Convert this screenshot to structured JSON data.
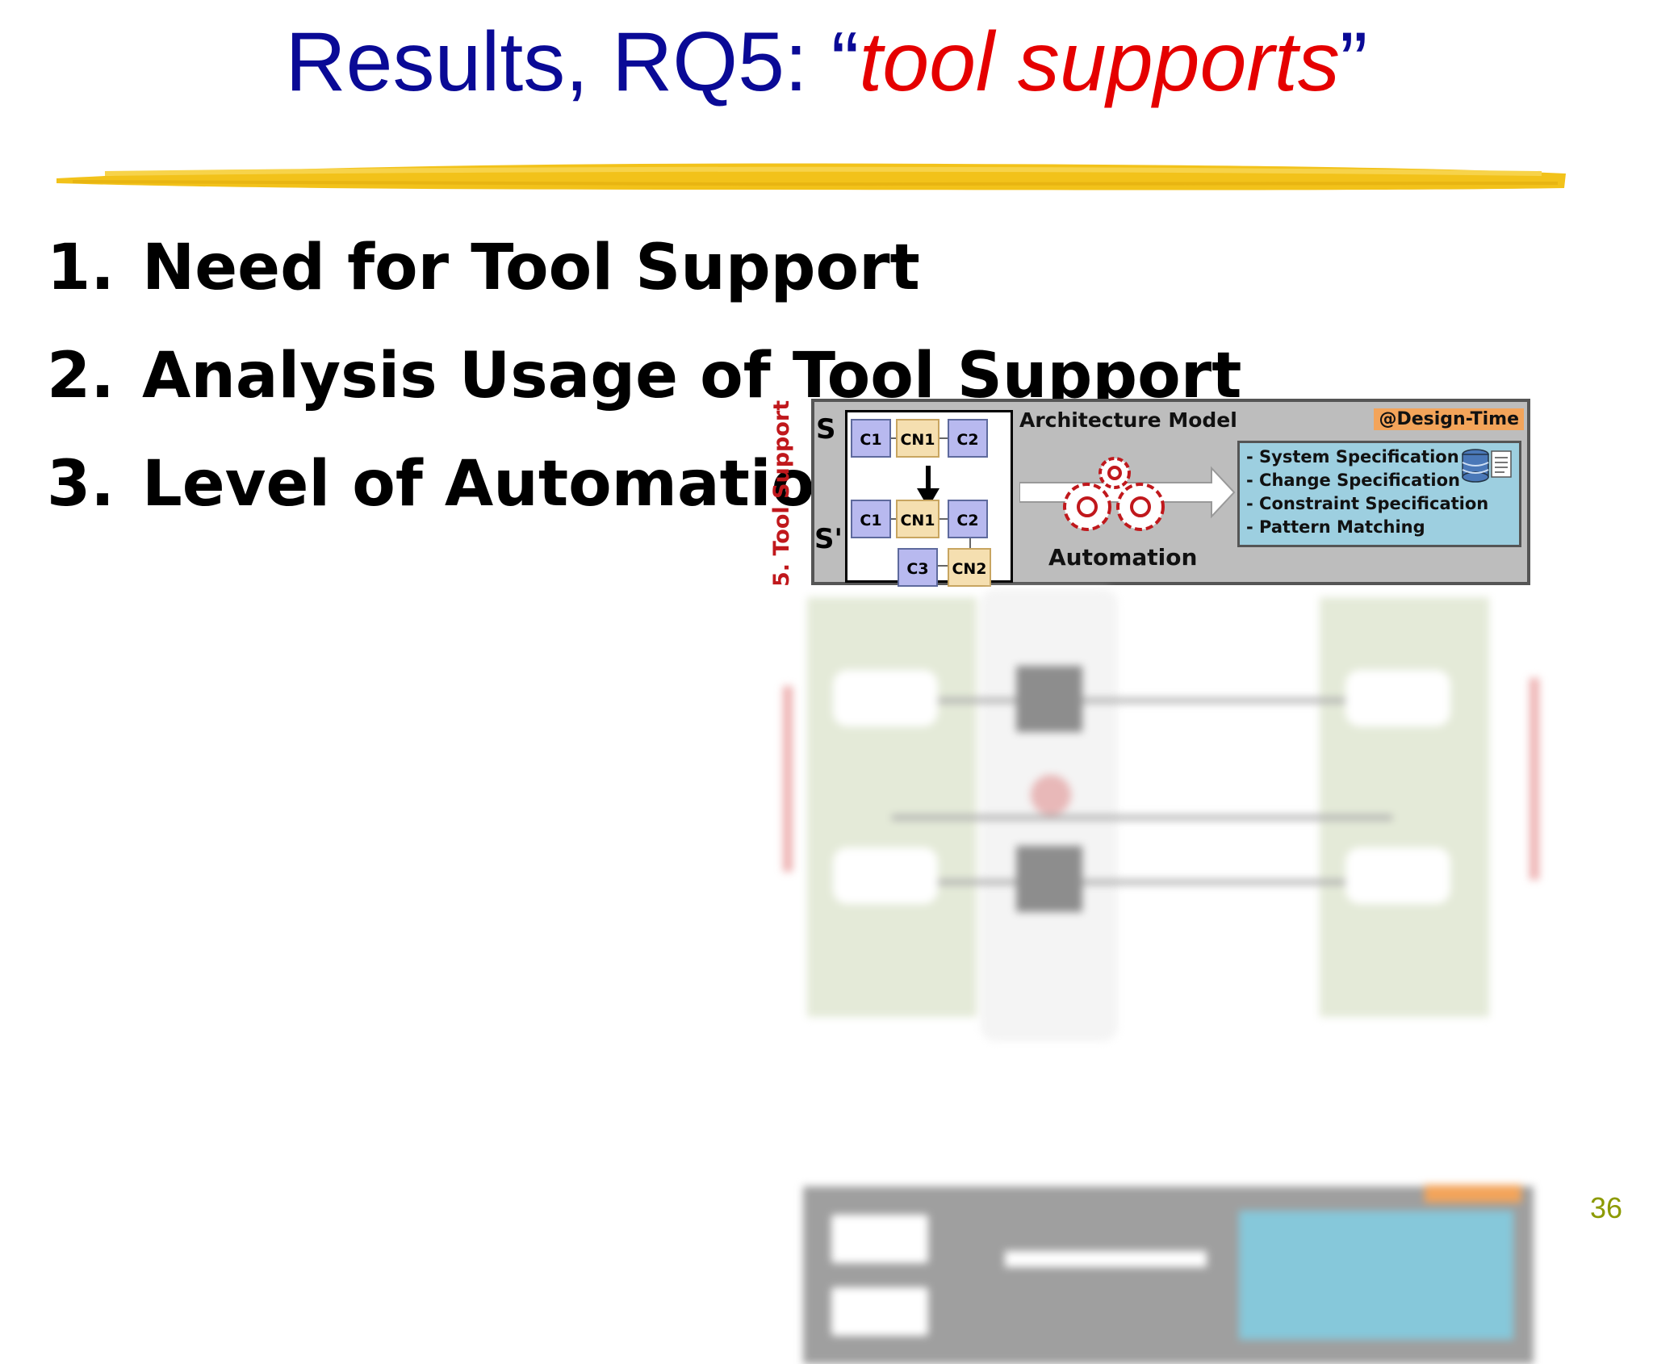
{
  "slide": {
    "title_prefix": "Results, RQ5: “",
    "title_emphasis": "tool supports",
    "title_suffix": "”",
    "items": [
      {
        "num": "1.",
        "text": "Need for Tool Support"
      },
      {
        "num": "2.",
        "text": "Analysis Usage of Tool Support"
      },
      {
        "num": "3.",
        "text": "Level of Automation"
      }
    ],
    "page_number": "36"
  },
  "diagram": {
    "side_label": "5. Tool Support",
    "panel_title": "Architecture Model",
    "badge": "@Design-Time",
    "s_label": "S",
    "s_prime_label": "S'",
    "components": {
      "c1": "C1",
      "cn1": "CN1",
      "c2": "C2",
      "c3": "C3",
      "cn2": "CN2"
    },
    "spec_items": [
      "- System Specification",
      "- Change Specification",
      "- Constraint Specification",
      "- Pattern Matching"
    ],
    "automation_label": "Automation"
  },
  "colors": {
    "title": "#0a0a96",
    "emphasis": "#e50000",
    "highlight": "#f2c21a",
    "page_number": "#8c9a00"
  }
}
